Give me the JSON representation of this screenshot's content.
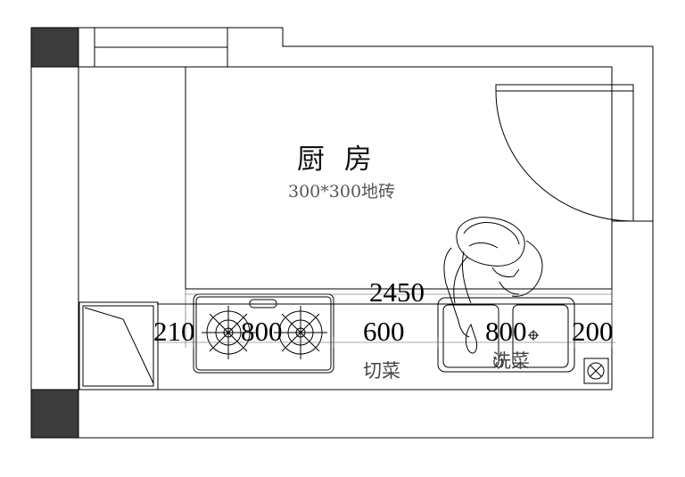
{
  "room": {
    "title": "厨 房",
    "floor_note": "300*300地砖"
  },
  "dimensions": {
    "total": "2450",
    "left_gap": "210",
    "stove": "800",
    "prep": "600",
    "sink": "800",
    "right_gap": "200"
  },
  "zones": {
    "cut": "切菜",
    "wash": "洗菜"
  }
}
